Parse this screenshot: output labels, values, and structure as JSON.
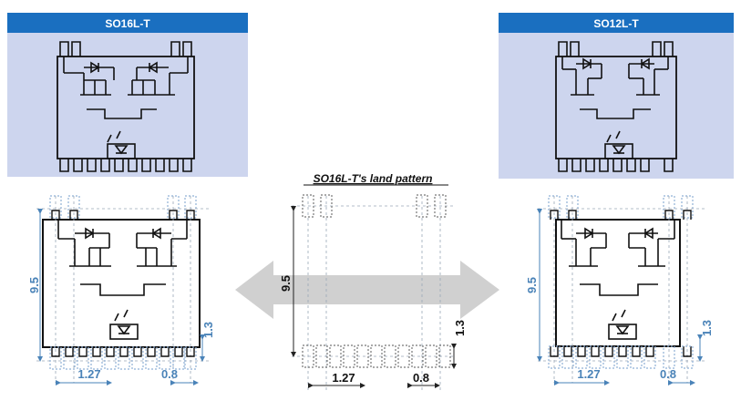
{
  "left_package": {
    "header": "SO16L-T",
    "dims": {
      "height": "9.5",
      "pitch": "1.27",
      "pad_width": "0.8",
      "pad_length": "1.3"
    }
  },
  "right_package": {
    "header": "SO12L-T",
    "dims": {
      "height": "9.5",
      "pitch": "1.27",
      "pad_width": "0.8",
      "pad_length": "1.3"
    }
  },
  "land_pattern": {
    "title": "SO16L-T's land pattern",
    "dims": {
      "height": "9.5",
      "pitch": "1.27",
      "pad_width": "0.8",
      "pad_length": "1.3"
    }
  },
  "colors": {
    "header_bg": "#1a6fc0",
    "panel_bg": "#cdd5ee",
    "dimension_blue": "#4a83b8",
    "arrow_gray": "#d0d0d0"
  }
}
